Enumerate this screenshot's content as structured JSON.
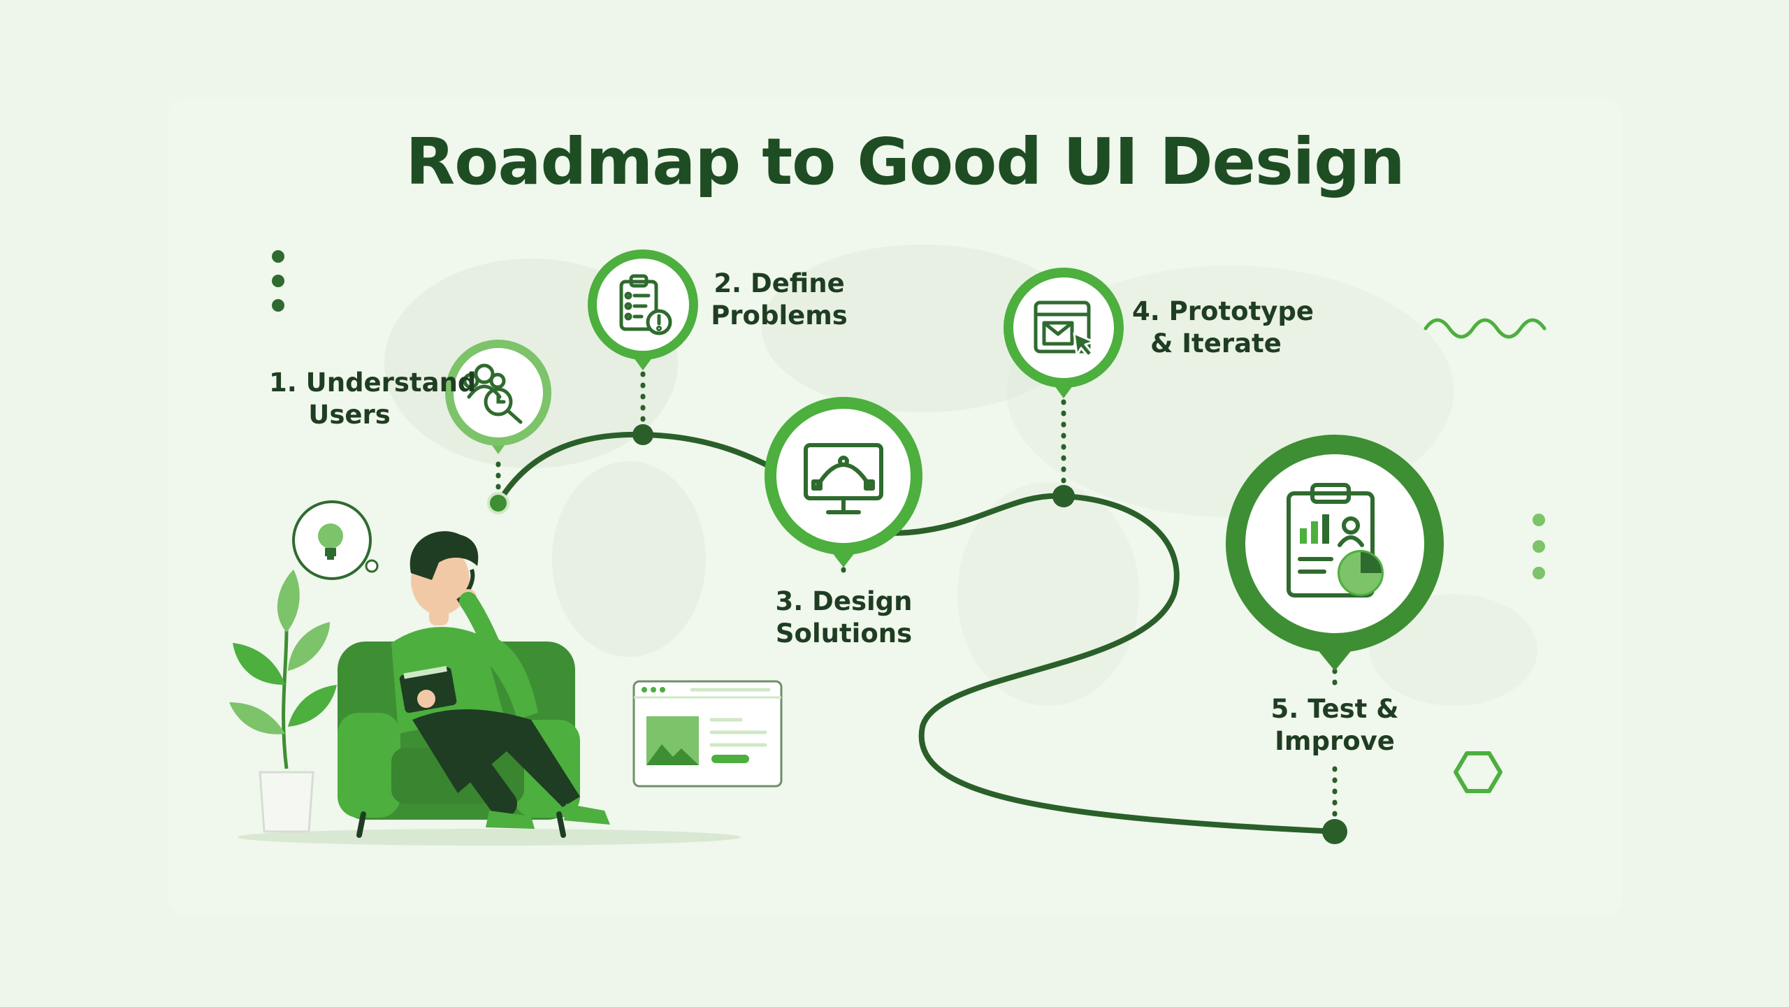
{
  "title": "Roadmap to Good UI Design",
  "steps": [
    {
      "line1": "1. Understand",
      "line2": "Users",
      "icon": "user-research-icon"
    },
    {
      "line1": "2. Define",
      "line2": "Problems",
      "icon": "clipboard-alert-icon"
    },
    {
      "line1": "3. Design",
      "line2": "Solutions",
      "icon": "vector-design-monitor-icon"
    },
    {
      "line1": "4. Prototype",
      "line2": "& Iterate",
      "icon": "browser-cursor-icon"
    },
    {
      "line1": "5. Test &",
      "line2": "Improve",
      "icon": "clipboard-chart-icon"
    }
  ],
  "colors": {
    "dark_green": "#2f6b2f",
    "accent_green": "#4caf3e",
    "text": "#1e4d23",
    "background": "#eef6e9"
  },
  "illustration": {
    "person": "thinking-person-in-armchair",
    "idea_bubble_icon": "lightbulb-icon",
    "plant": "potted-plant",
    "mockup": "browser-window-mockup-icon"
  }
}
